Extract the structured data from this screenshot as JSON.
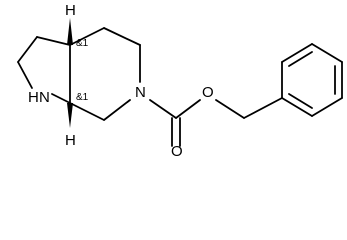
{
  "molecule": {
    "atoms": {
      "nh_n": "N",
      "nh_h": "H",
      "ring_n": "N",
      "ether_o": "O",
      "carbonyl_o": "O",
      "h_top": "H",
      "h_bottom": "H"
    },
    "stereo_labels": {
      "top": "&1",
      "bottom": "&1"
    },
    "colors": {
      "ink": "#000000",
      "background": "#ffffff"
    }
  }
}
